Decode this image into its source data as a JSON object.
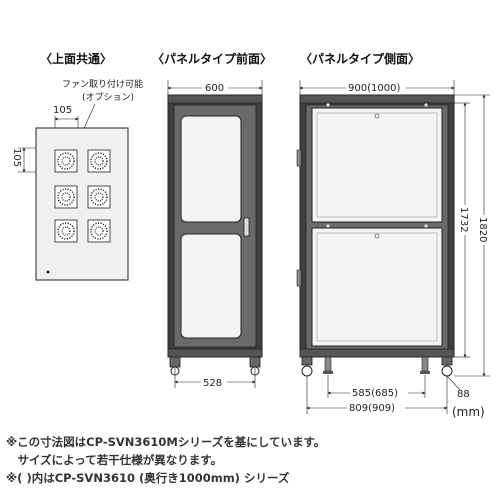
{
  "headings": {
    "top": "〈上面共通〉",
    "front": "〈パネルタイプ前面〉",
    "side": "〈パネルタイプ側面〉"
  },
  "top_view": {
    "fan_label_1": "ファン取り付け可能",
    "fan_label_2": "(オプション)",
    "dim_width": "105",
    "dim_height": "105"
  },
  "front_view": {
    "dim_width": "600",
    "dim_inner": "528"
  },
  "side_view": {
    "dim_width": "900(1000)",
    "dim_h_inner": "1732",
    "dim_h_total": "1820",
    "dim_caster": "585(685)",
    "dim_base": "809(909)",
    "dim_offset": "88"
  },
  "unit": "(mm)",
  "notes": {
    "line1": "※この寸法図はCP-SVN3610Mシリーズを基にしています。",
    "line2": "　サイズによって若干仕様が異なります。",
    "line3": "※(   )内はCP-SVN3610 (奥行き1000mm) シリーズ"
  }
}
